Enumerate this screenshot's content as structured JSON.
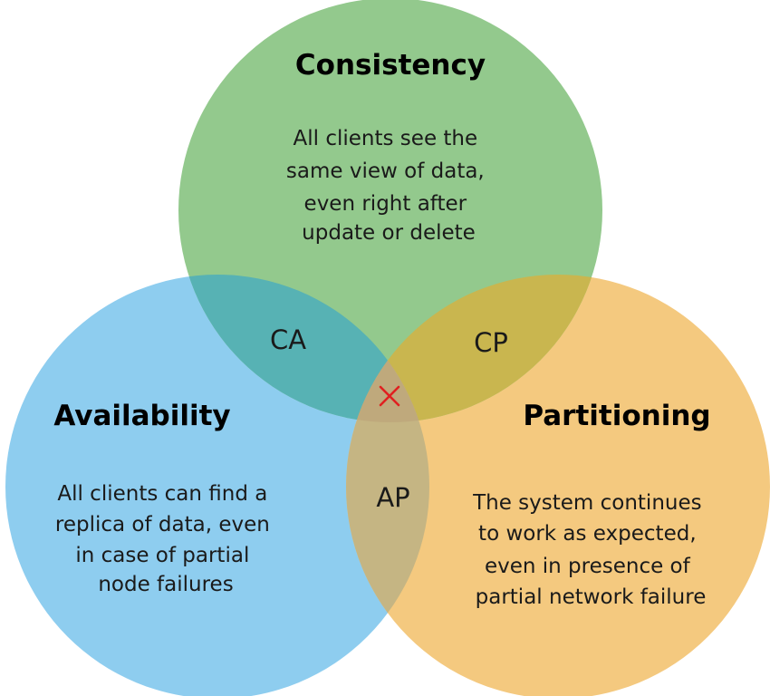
{
  "diagram": {
    "consistency": {
      "title": "Consistency",
      "lines": [
        "All clients see the",
        "same view of data,",
        "even right after",
        "update or delete"
      ],
      "color": "#93c98d"
    },
    "availability": {
      "title": "Availability",
      "lines": [
        "All clients can find a",
        "replica of data, even",
        "in case of partial",
        "node failures"
      ],
      "color": "#8ecdef"
    },
    "partitioning": {
      "title": "Partitioning",
      "lines": [
        "The system continues",
        "to work as expected,",
        "even in presence of",
        "partial network failure"
      ],
      "color": "#f4c97f"
    },
    "overlaps": {
      "ca": {
        "label": "CA",
        "color": "#57b2b4"
      },
      "cp": {
        "label": "CP",
        "color": "#c9b64f"
      },
      "ap": {
        "label": "AP",
        "color": "#c5b583"
      },
      "center_color": "#bfa97c"
    },
    "center_mark": {
      "icon": "cross-icon",
      "color": "#e02020"
    }
  }
}
